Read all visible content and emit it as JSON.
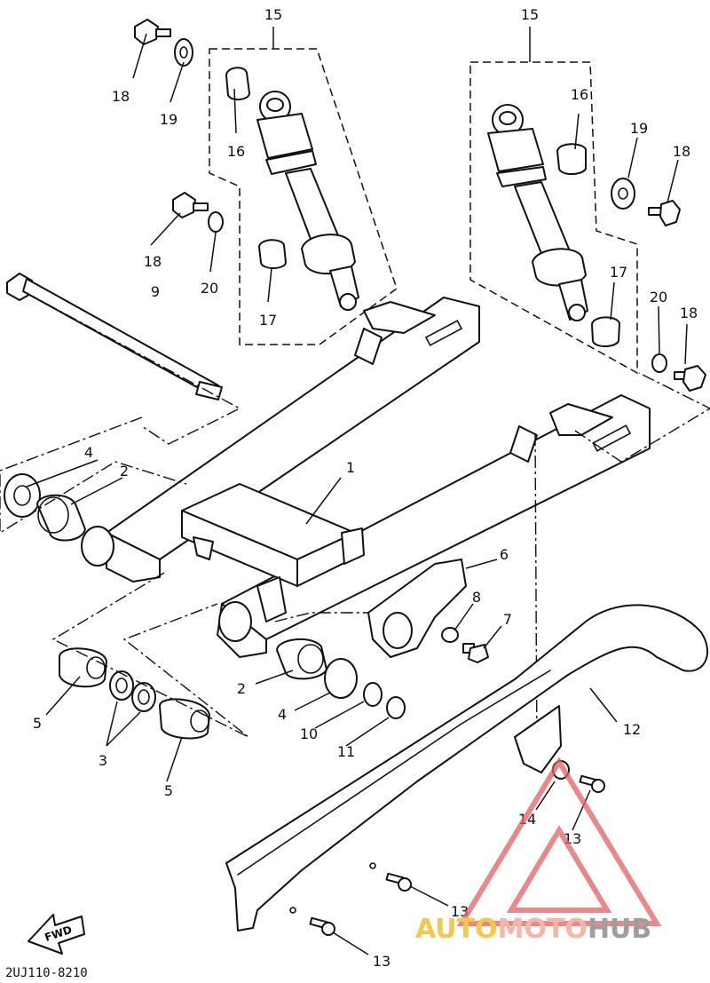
{
  "diagram": {
    "callouts": {
      "c1": "1",
      "c2a": "2",
      "c2b": "2",
      "c3": "3",
      "c4a": "4",
      "c4b": "4",
      "c5a": "5",
      "c5b": "5",
      "c6": "6",
      "c7": "7",
      "c8": "8",
      "c9": "9",
      "c10": "10",
      "c11": "11",
      "c12": "12",
      "c13a": "13",
      "c13b": "13",
      "c13c": "13",
      "c14": "14",
      "c15a": "15",
      "c15b": "15",
      "c16a": "16",
      "c16b": "16",
      "c17a": "17",
      "c17b": "17",
      "c18a": "18",
      "c18b": "18",
      "c18c": "18",
      "c18d": "18",
      "c19a": "19",
      "c19b": "19",
      "c20a": "20",
      "c20b": "20"
    },
    "code": "2UJ110-8210",
    "fwd_label": "FWD"
  },
  "watermark": {
    "part1": "AUTO",
    "part2": "MOTO",
    "part3": "HUB",
    "colors": {
      "part1": "#f2c94c",
      "part2": "#f4b6a6",
      "part3": "#9e9e9e",
      "triangle": "#e06060"
    }
  }
}
